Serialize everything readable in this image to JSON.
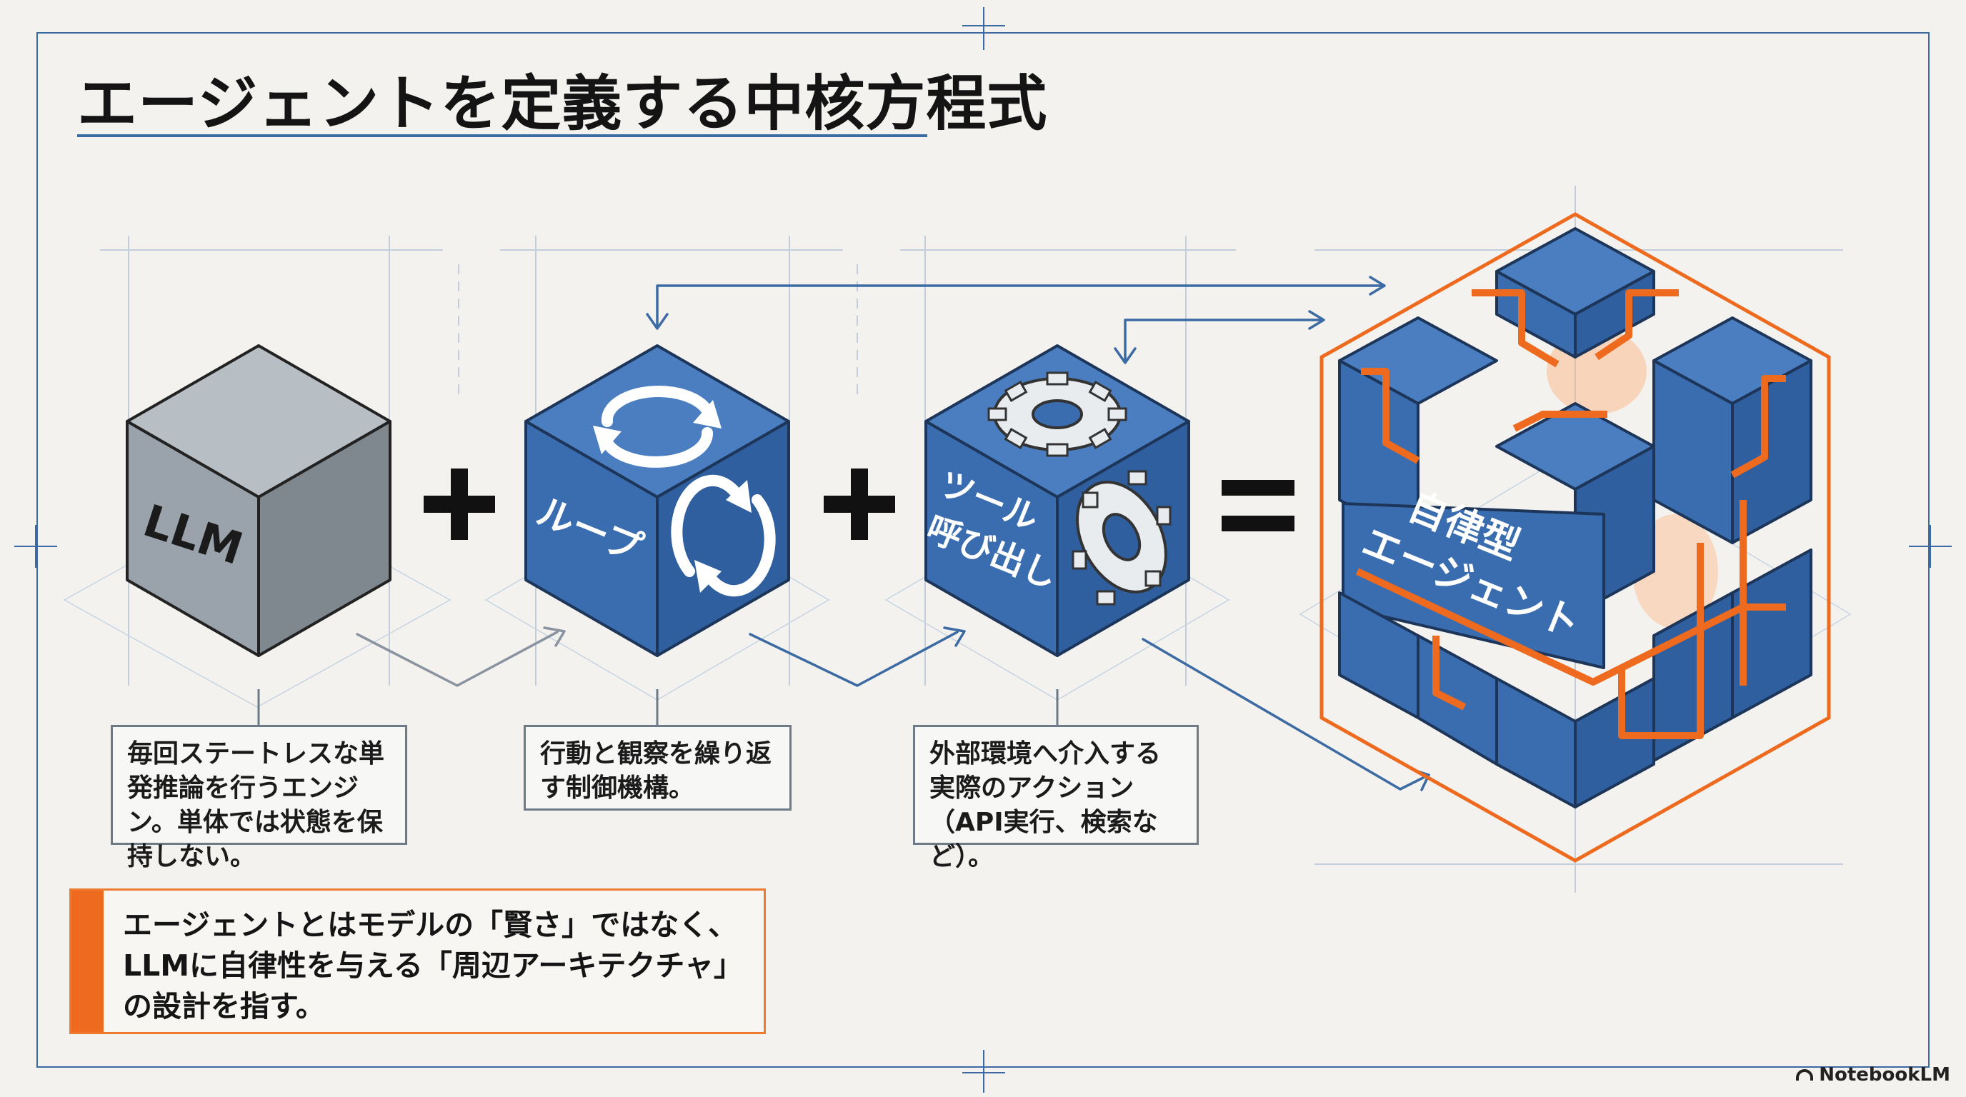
{
  "title": "エージェントを定義する中核方程式",
  "cubes": {
    "llm": "LLM",
    "loop": "ループ",
    "tool_line1": "ツール",
    "tool_line2": "呼び出し",
    "agent_line1": "自律型",
    "agent_line2": "エージェント"
  },
  "operators": {
    "plus": "+",
    "equals": "="
  },
  "captions": {
    "llm": "毎回ステートレスな単発推論を行うエンジン。単体では状態を保持しない。",
    "loop": "行動と観察を繰り返す制御機構。",
    "tool": "外部環境へ介入する実際のアクション（API実行、検索など）。"
  },
  "callout": "エージェントとはモデルの「賢さ」ではなく、LLMに自律性を与える「周辺アーキテクチャ」の設計を指す。",
  "watermark": "NotebookLM",
  "icons": [
    "refresh-arrows-icon",
    "gear-icon",
    "notebooklm-logo-icon"
  ],
  "colors": {
    "blue": "#3a6db0",
    "grey": "#9aa3ab",
    "orange": "#ee6a1e",
    "line": "#3c6aa3"
  }
}
